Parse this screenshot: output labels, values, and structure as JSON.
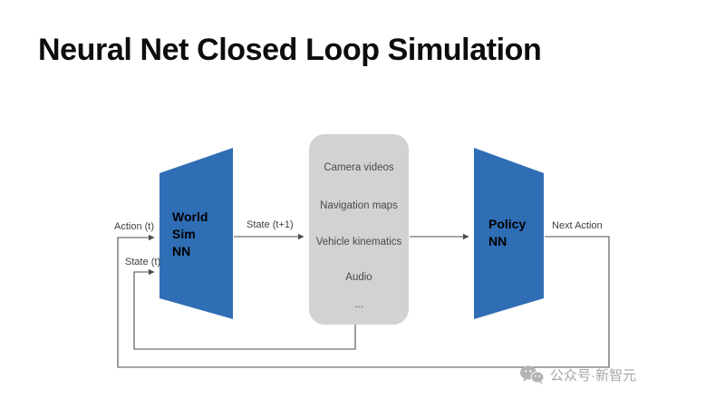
{
  "slide": {
    "title": "Neural Net Closed Loop Simulation"
  },
  "diagram": {
    "world_sim": {
      "lines": [
        "World",
        "Sim",
        "NN"
      ]
    },
    "policy": {
      "lines": [
        "Policy",
        "NN"
      ]
    },
    "observations": {
      "items": [
        "Camera videos",
        "Navigation maps",
        "Vehicle kinematics",
        "Audio",
        "..."
      ]
    },
    "labels": {
      "action_t": "Action (t)",
      "state_t": "State (t)",
      "state_t1": "State (t+1)",
      "next_action": "Next Action"
    },
    "colors": {
      "nn_blue": "#2F6EB5",
      "box_gray": "#D2D2D2",
      "wire": "#4D4D4D"
    }
  },
  "watermark": {
    "text": "公众号·新智元"
  }
}
